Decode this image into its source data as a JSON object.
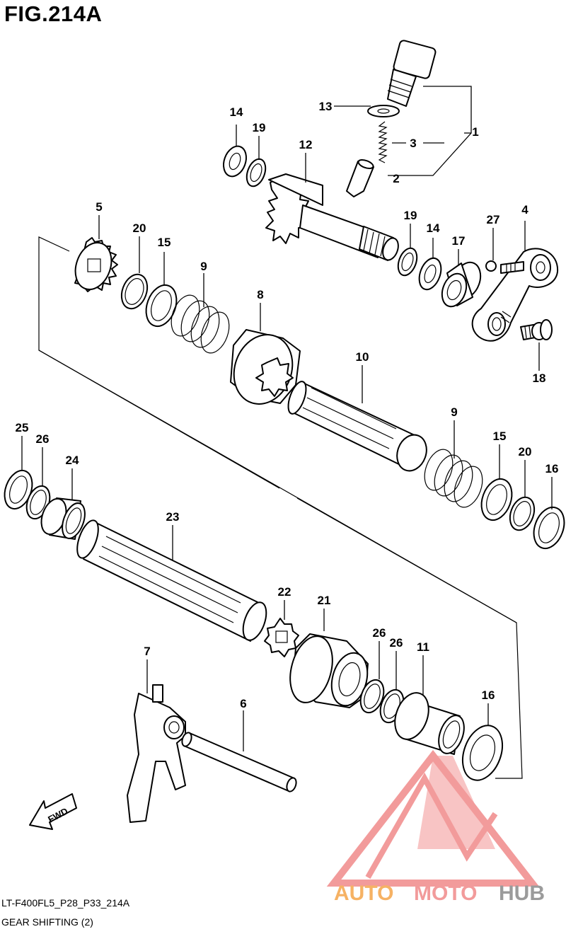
{
  "figure": {
    "title": "FIG.214A",
    "code": "LT-F400FL5_P28_P33_214A",
    "name": "GEAR SHIFTING (2)"
  },
  "fwd_label": "FWD",
  "watermark": {
    "text_part1": "AUTO",
    "text_part2": "MOTO",
    "text_part3": "HUB",
    "colors": {
      "accent": "#f08a8a",
      "orange": "#f5a54a",
      "gray": "#8a8a8a"
    }
  },
  "callouts": {
    "c1": "1",
    "c2": "2",
    "c3": "3",
    "c4": "4",
    "c5": "5",
    "c6": "6",
    "c7": "7",
    "c8": "8",
    "c9a": "9",
    "c9b": "9",
    "c10": "10",
    "c11": "11",
    "c12": "12",
    "c13": "13",
    "c14a": "14",
    "c14b": "14",
    "c15a": "15",
    "c15b": "15",
    "c16a": "16",
    "c16b": "16",
    "c17": "17",
    "c18": "18",
    "c19a": "19",
    "c19b": "19",
    "c20a": "20",
    "c20b": "20",
    "c21": "21",
    "c22": "22",
    "c23": "23",
    "c24": "24",
    "c25": "25",
    "c26a": "26",
    "c26b": "26",
    "c26c": "26",
    "c27": "27"
  }
}
